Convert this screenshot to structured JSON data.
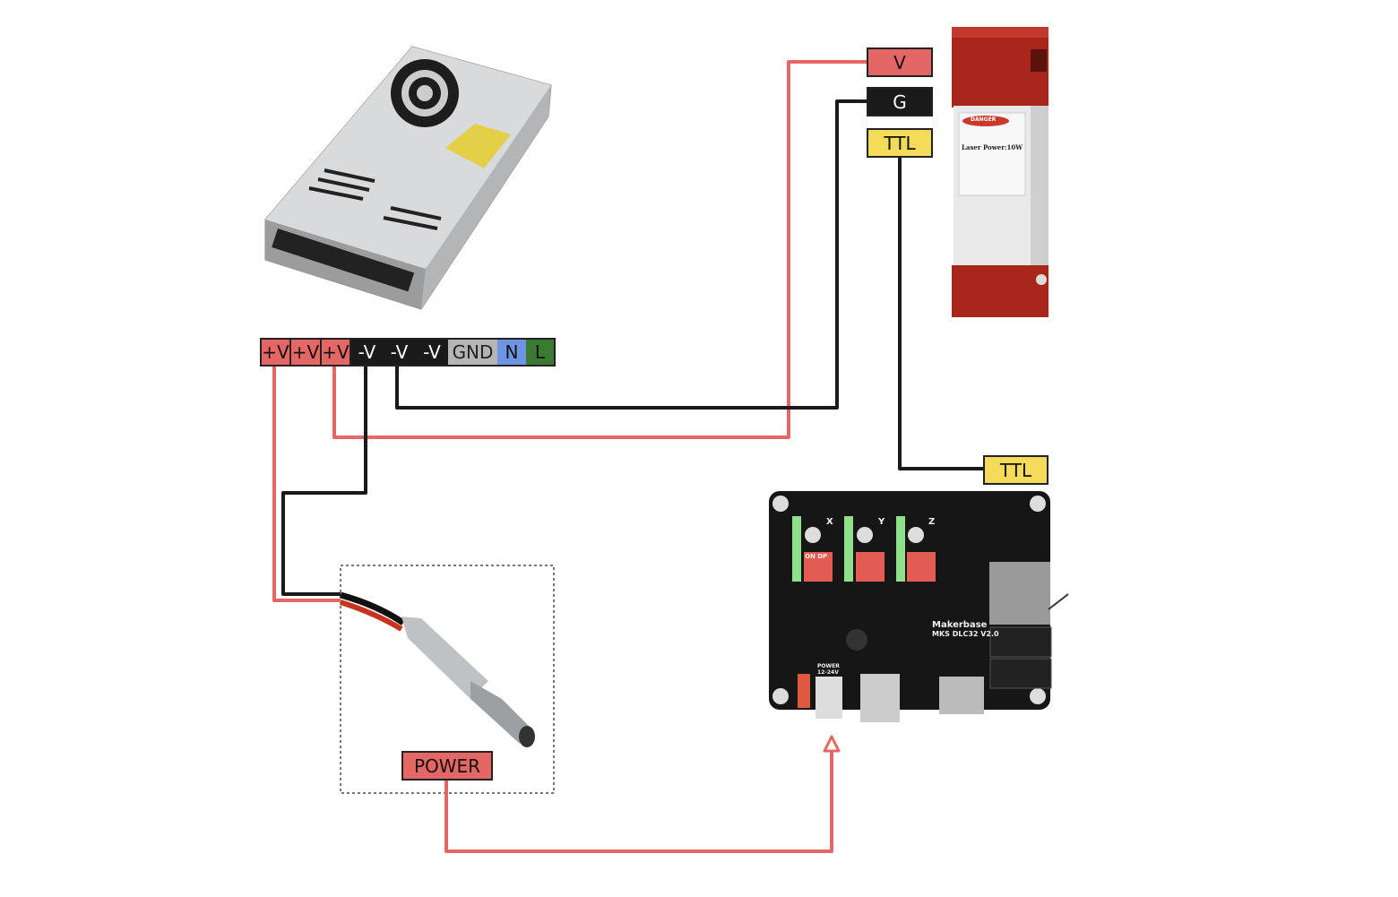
{
  "terminal_strip": [
    "+V",
    "+V",
    "+V",
    "-V",
    "-V",
    "-V",
    "GND",
    "N",
    "L"
  ],
  "laser_labels": {
    "v": "V",
    "g": "G",
    "ttl": "TTL"
  },
  "board_label": {
    "ttl": "TTL"
  },
  "power_label": "POWER",
  "laser_module": {
    "warning": "DANGER",
    "power": "Laser Power:10W"
  },
  "controller_board": {
    "brand": "Makerbase",
    "model": "MKS DLC32 V2.0",
    "axes": [
      "X",
      "Y",
      "Z"
    ],
    "power_in": "POWER 12-24V",
    "dip": "ON DP"
  },
  "colors": {
    "positive": "#e46766",
    "negative": "#1a1a1a",
    "signal": "#f4dc5a",
    "gnd": "#b5b5b5",
    "neutral": "#6f94e4",
    "line": "#3b7a33"
  }
}
